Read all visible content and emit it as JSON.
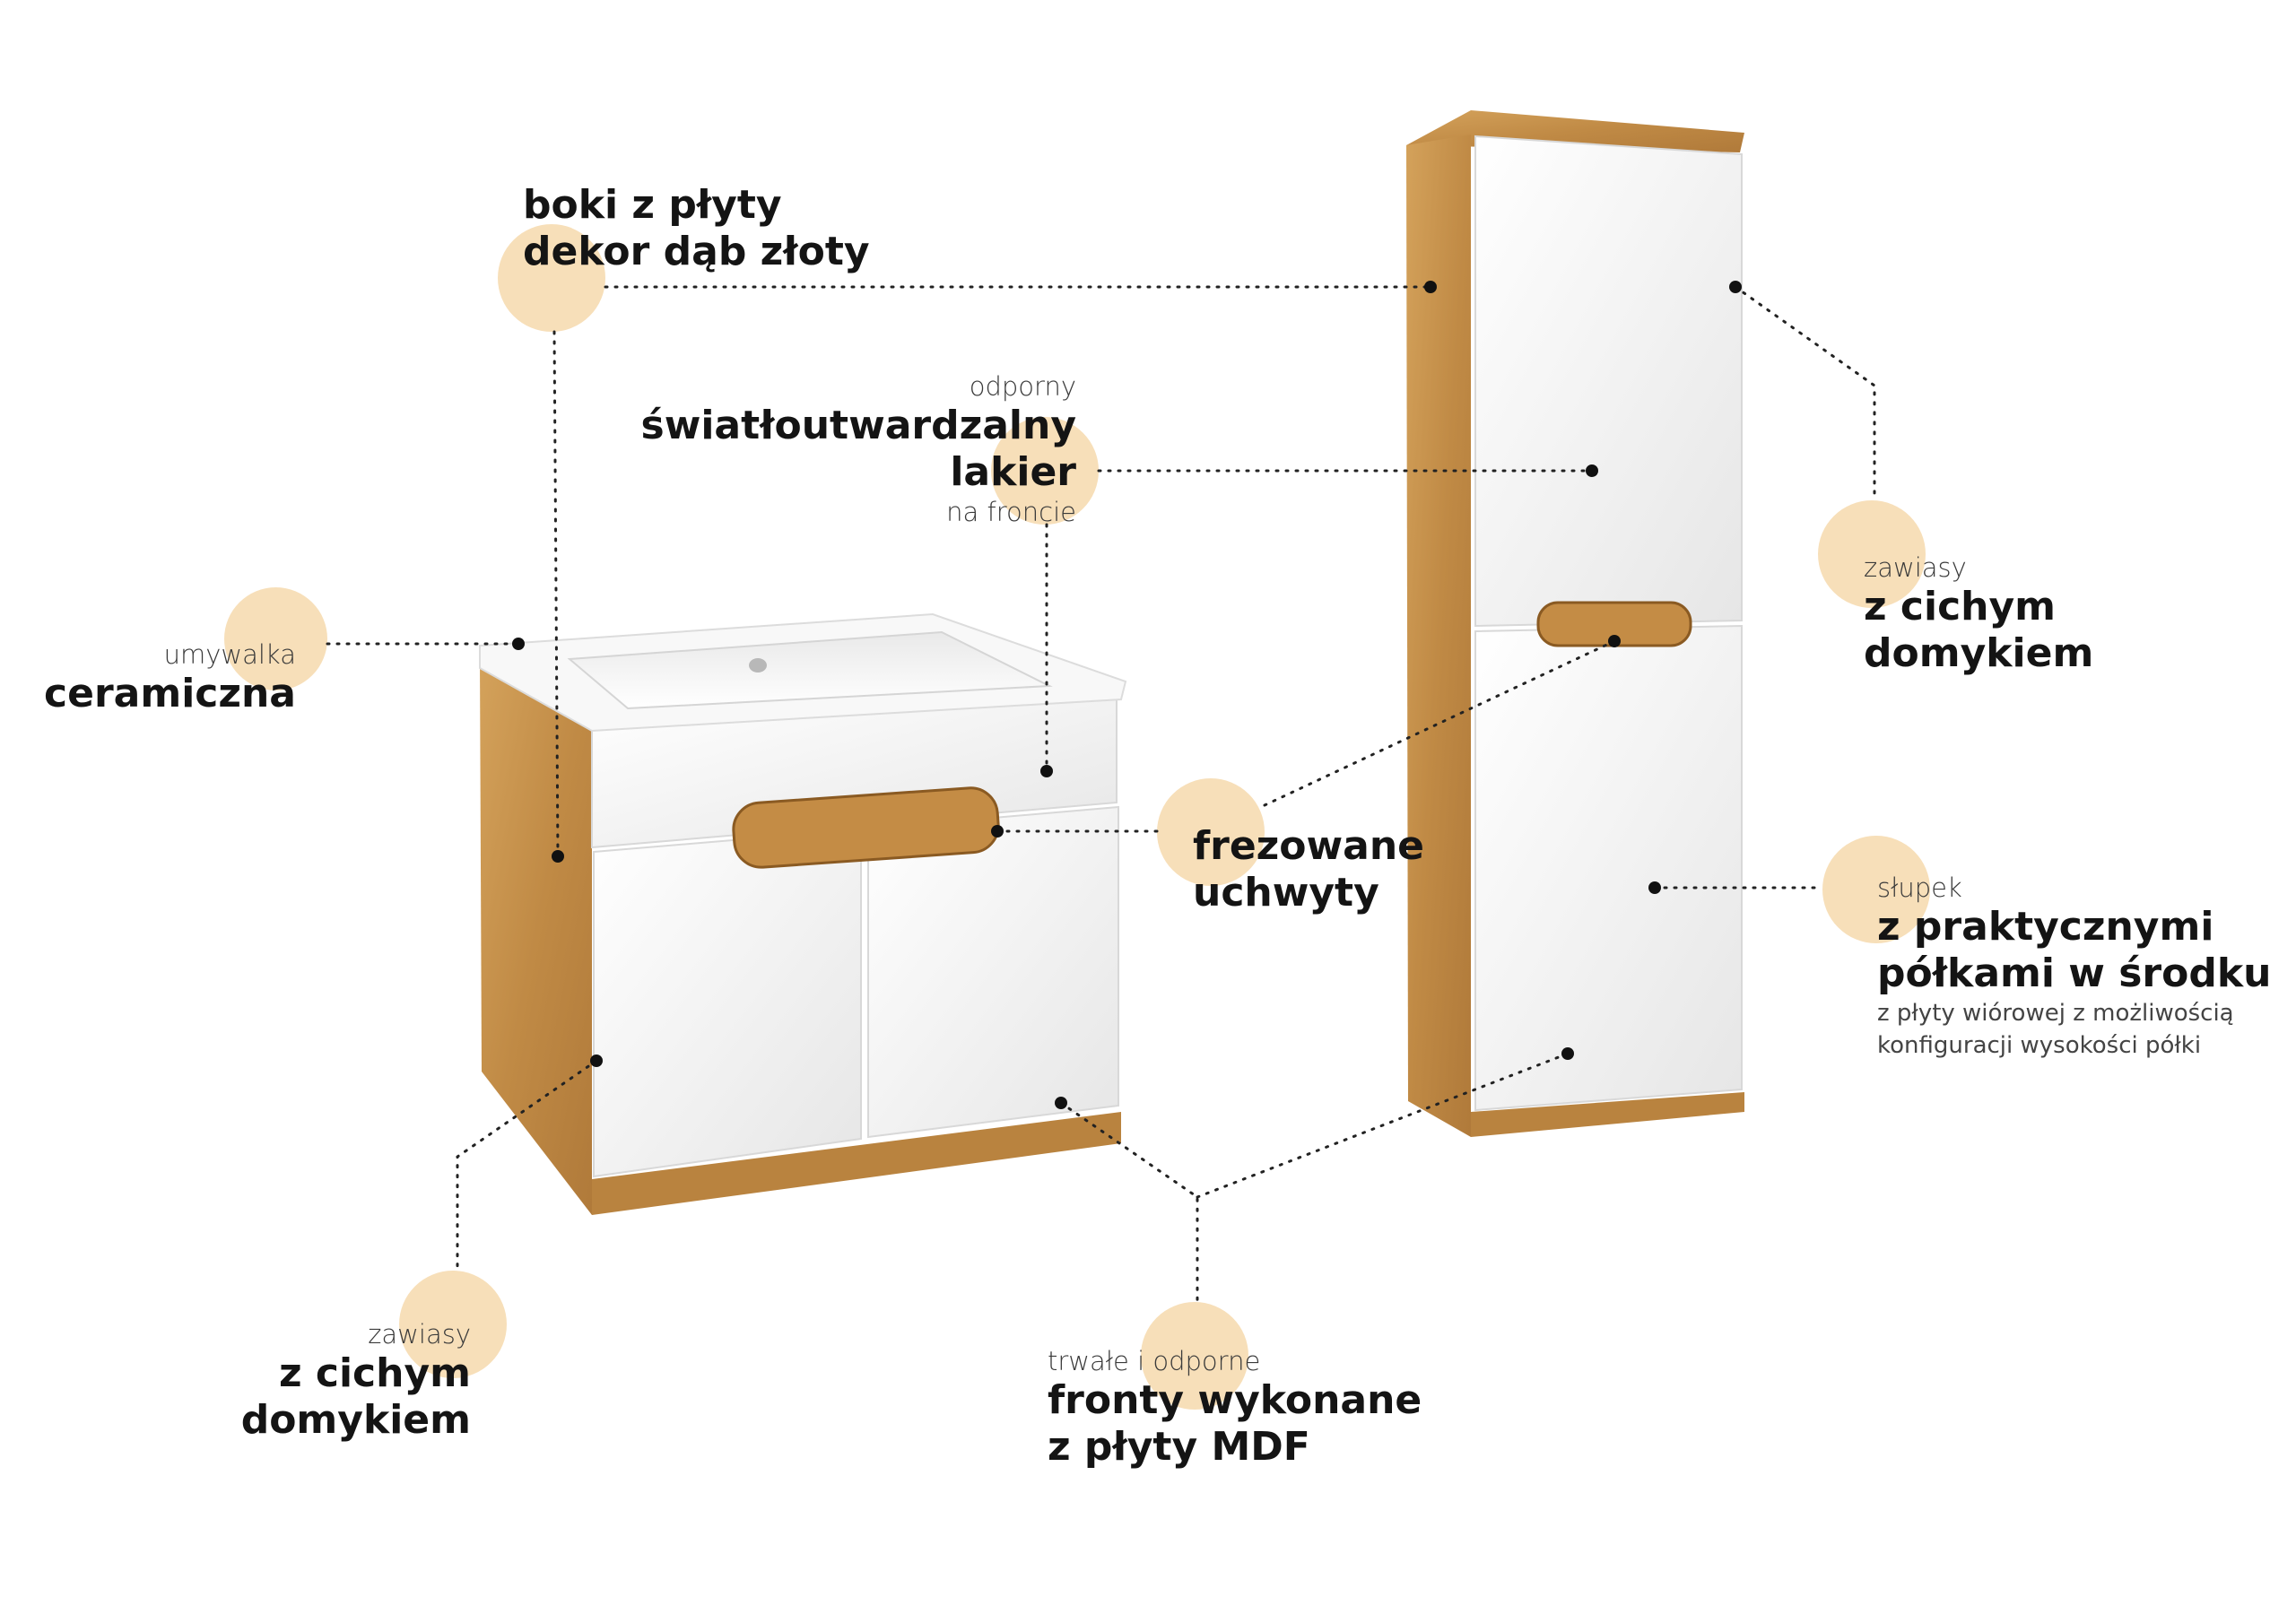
{
  "colors": {
    "accent_circle": "#f7dfb9",
    "oak": "#c9964f",
    "white_front": "#f3f3f3",
    "dot": "#111111"
  },
  "labels": {
    "sides": {
      "line1": "boki z płyty",
      "line2": "dekor dąb złoty"
    },
    "lacquer": {
      "small_top": "odporny",
      "big": "światłoutwardzalny lakier",
      "small_bottom": "na froncie"
    },
    "basin": {
      "small": "umywalka",
      "big": "ceramiczna"
    },
    "handles": {
      "line1": "frezowane",
      "line2": "uchwyty"
    },
    "hinges_right": {
      "small": "zawiasy",
      "line1": "z cichym",
      "line2": "domykiem"
    },
    "hinges_left": {
      "small": "zawiasy",
      "line1": "z cichym",
      "line2": "domykiem"
    },
    "column": {
      "small": "słupek",
      "line1": "z praktycznymi",
      "line2": "półkami w środku",
      "note1": "z płyty wiórowej z możliwością",
      "note2": "konfiguracji wysokości półki"
    },
    "fronts": {
      "small": "trwałe i odporne",
      "line1": "fronty wykonane",
      "line2": "z płyty MDF"
    }
  }
}
